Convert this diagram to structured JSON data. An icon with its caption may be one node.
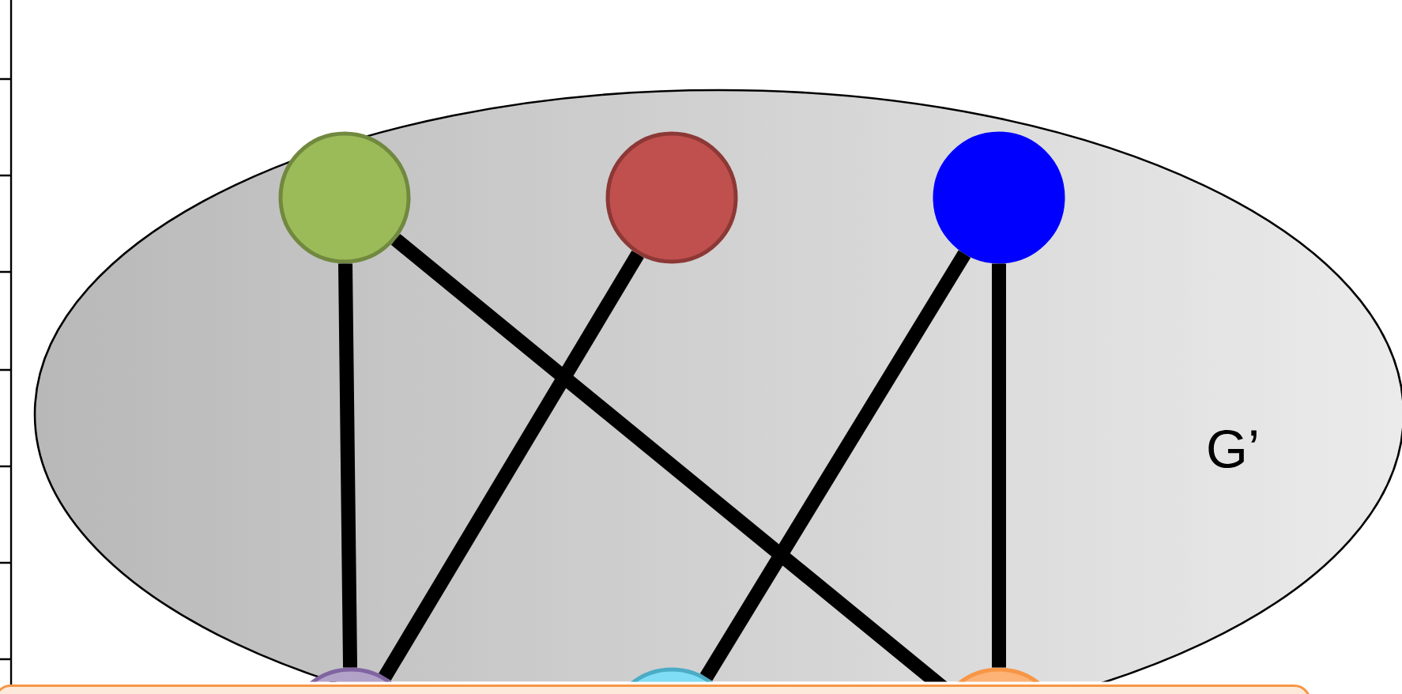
{
  "diagram": {
    "nodes": [
      {
        "text": [
          "G’"
        ]
      },
      {
        "text": [],
        "shape": "circle",
        "in": 0
      },
      {
        "text": [],
        "shape": "circle",
        "in": 0
      },
      {
        "text": [],
        "shape": "circle",
        "in": 0
      },
      {
        "text": [],
        "shape": "circle"
      },
      {
        "text": [],
        "shape": "circle"
      },
      {
        "text": [],
        "shape": "circle"
      },
      {
        "text": [],
        "shape": "box"
      }
    ],
    "edges": [
      {
        "from": 1,
        "to": 4,
        "arrow": "none"
      },
      {
        "from": 1,
        "to": 6,
        "arrow": "none"
      },
      {
        "from": 2,
        "to": 4,
        "arrow": "none"
      },
      {
        "from": 3,
        "to": 5,
        "arrow": "none"
      },
      {
        "from": 3,
        "to": 6,
        "arrow": "none"
      }
    ]
  }
}
